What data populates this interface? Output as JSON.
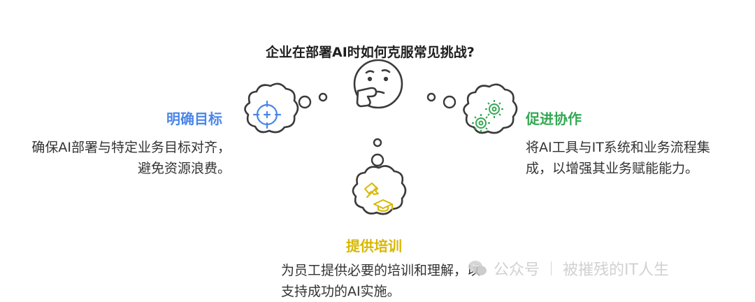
{
  "title": "企业在部署AI时如何克服常见挑战?",
  "nodes": {
    "left": {
      "label": "明确目标",
      "description": "确保AI部署与特定业务目标对齐，避免资源浪费。",
      "icon": "target-icon",
      "color": "#4a86e8"
    },
    "right": {
      "label": "促进协作",
      "description": "将AI工具与IT系统和业务流程集成，以增强其业务赋能能力。",
      "icon": "gears-icon",
      "color": "#34a853"
    },
    "bottom": {
      "label": "提供培训",
      "description": "为员工提供必要的培训和理解，以支持成功的AI实施。",
      "icon": "training-icon",
      "color": "#d9b800"
    }
  },
  "center_icon": "thinking-face-icon",
  "watermark": {
    "source": "公众号",
    "author": "被摧残的IT人生"
  }
}
